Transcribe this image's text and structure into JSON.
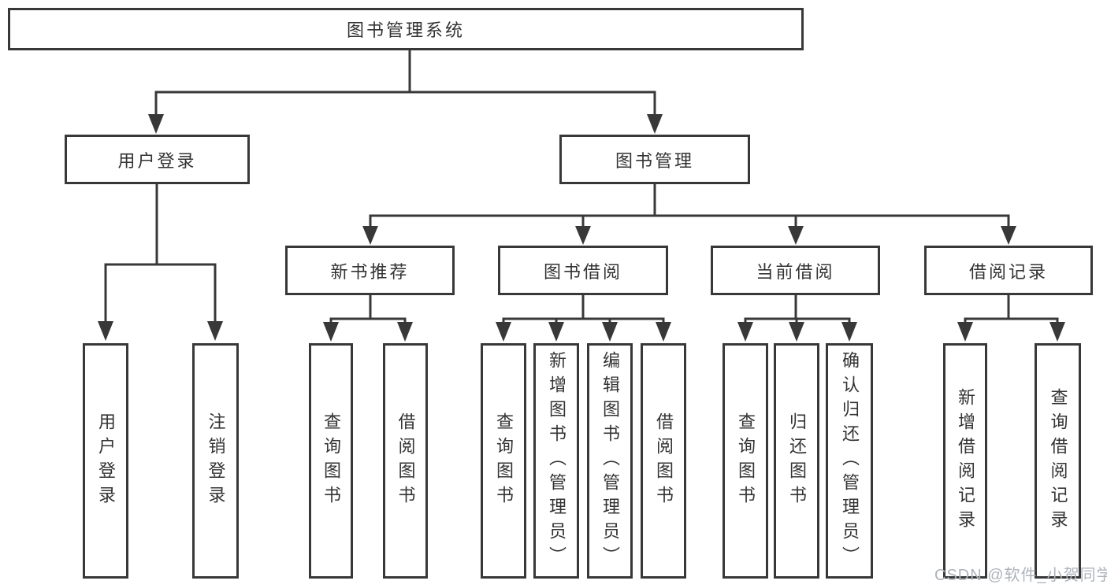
{
  "diagram": {
    "root": {
      "label": "图书管理系统"
    },
    "user_login": {
      "label": "用户登录",
      "children": [
        {
          "label": "用户登录"
        },
        {
          "label": "注销登录"
        }
      ]
    },
    "book_management": {
      "label": "图书管理",
      "modules": {
        "new_book": {
          "label": "新书推荐",
          "children": [
            {
              "label": "查询图书"
            },
            {
              "label": "借阅图书"
            }
          ]
        },
        "book_borrow": {
          "label": "图书借阅",
          "children": [
            {
              "label": "查询图书"
            },
            {
              "label": "新增图书（管理员）"
            },
            {
              "label": "编辑图书（管理员）"
            },
            {
              "label": "借阅图书"
            }
          ]
        },
        "current_borrow": {
          "label": "当前借阅",
          "children": [
            {
              "label": "查询图书"
            },
            {
              "label": "归还图书"
            },
            {
              "label": "确认归还（管理员）"
            }
          ]
        },
        "borrow_records": {
          "label": "借阅记录",
          "children": [
            {
              "label": "新增借阅记录"
            },
            {
              "label": "查询借阅记录"
            }
          ]
        }
      }
    },
    "watermark": "CSDN @软件_小贺同学",
    "colors": {
      "line": "#383838",
      "text": "#333333",
      "watermark": "#aeb4ba",
      "background": "#ffffff"
    }
  }
}
